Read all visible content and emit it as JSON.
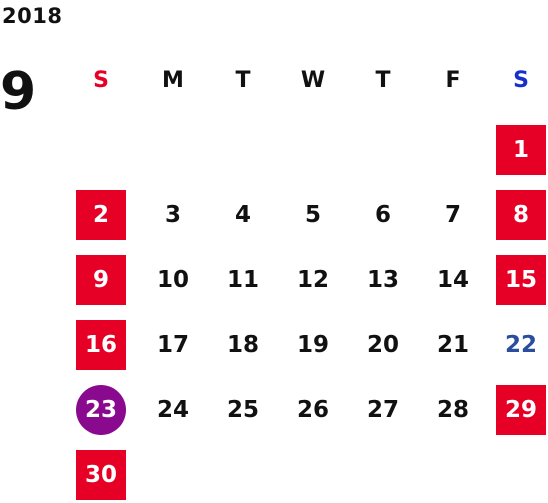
{
  "calendar": {
    "year": "2018",
    "month": "9",
    "weekdays": [
      {
        "label": "S",
        "color": "#e60026"
      },
      {
        "label": "M",
        "color": "#111111"
      },
      {
        "label": "T",
        "color": "#111111"
      },
      {
        "label": "W",
        "color": "#111111"
      },
      {
        "label": "T",
        "color": "#111111"
      },
      {
        "label": "F",
        "color": "#111111"
      },
      {
        "label": "S",
        "color": "#1730cc"
      }
    ],
    "days": [
      {
        "day": "1",
        "row": 0,
        "col": 6,
        "style": "holiday"
      },
      {
        "day": "2",
        "row": 1,
        "col": 0,
        "style": "holiday"
      },
      {
        "day": "3",
        "row": 1,
        "col": 1,
        "style": "normal"
      },
      {
        "day": "4",
        "row": 1,
        "col": 2,
        "style": "normal"
      },
      {
        "day": "5",
        "row": 1,
        "col": 3,
        "style": "normal"
      },
      {
        "day": "6",
        "row": 1,
        "col": 4,
        "style": "normal"
      },
      {
        "day": "7",
        "row": 1,
        "col": 5,
        "style": "normal"
      },
      {
        "day": "8",
        "row": 1,
        "col": 6,
        "style": "holiday"
      },
      {
        "day": "9",
        "row": 2,
        "col": 0,
        "style": "holiday"
      },
      {
        "day": "10",
        "row": 2,
        "col": 1,
        "style": "normal"
      },
      {
        "day": "11",
        "row": 2,
        "col": 2,
        "style": "normal"
      },
      {
        "day": "12",
        "row": 2,
        "col": 3,
        "style": "normal"
      },
      {
        "day": "13",
        "row": 2,
        "col": 4,
        "style": "normal"
      },
      {
        "day": "14",
        "row": 2,
        "col": 5,
        "style": "normal"
      },
      {
        "day": "15",
        "row": 2,
        "col": 6,
        "style": "holiday"
      },
      {
        "day": "16",
        "row": 3,
        "col": 0,
        "style": "holiday"
      },
      {
        "day": "17",
        "row": 3,
        "col": 1,
        "style": "normal"
      },
      {
        "day": "18",
        "row": 3,
        "col": 2,
        "style": "normal"
      },
      {
        "day": "19",
        "row": 3,
        "col": 3,
        "style": "normal"
      },
      {
        "day": "20",
        "row": 3,
        "col": 4,
        "style": "normal"
      },
      {
        "day": "21",
        "row": 3,
        "col": 5,
        "style": "normal"
      },
      {
        "day": "22",
        "row": 3,
        "col": 6,
        "style": "blue"
      },
      {
        "day": "23",
        "row": 4,
        "col": 0,
        "style": "special"
      },
      {
        "day": "24",
        "row": 4,
        "col": 1,
        "style": "normal"
      },
      {
        "day": "25",
        "row": 4,
        "col": 2,
        "style": "normal"
      },
      {
        "day": "26",
        "row": 4,
        "col": 3,
        "style": "normal"
      },
      {
        "day": "27",
        "row": 4,
        "col": 4,
        "style": "normal"
      },
      {
        "day": "28",
        "row": 4,
        "col": 5,
        "style": "normal"
      },
      {
        "day": "29",
        "row": 4,
        "col": 6,
        "style": "holiday"
      },
      {
        "day": "30",
        "row": 5,
        "col": 0,
        "style": "holiday"
      }
    ]
  }
}
